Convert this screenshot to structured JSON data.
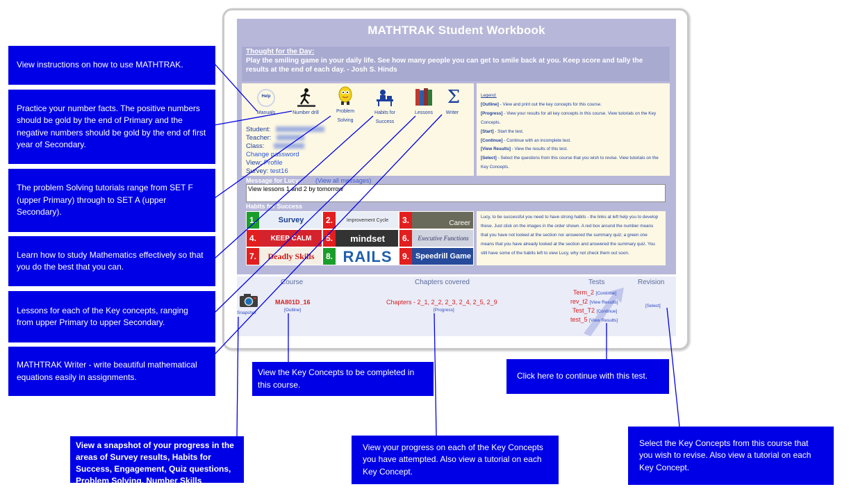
{
  "app": {
    "title": "MATHTRAK Student Workbook",
    "thought_label": "Thought for the Day:",
    "thought_text": "Play the smiling game in your daily life. See how many people you can get to smile back at you. Keep score and tally the results at the end of each day. - Josh S. Hinds"
  },
  "tools": [
    {
      "label": "Manuals",
      "icon": "help-icon",
      "icon_text": "Help"
    },
    {
      "label": "Number drill",
      "icon": "runner-icon"
    },
    {
      "label": "Problem",
      "label2": "Solving",
      "icon": "mascot-icon"
    },
    {
      "label": "Habits for",
      "label2": "Success",
      "icon": "student-desk-icon"
    },
    {
      "label": "Lessons",
      "icon": "books-icon"
    },
    {
      "label": "Writer",
      "icon": "sigma-icon",
      "icon_text": "Σ"
    }
  ],
  "student": {
    "student_label": "Student:",
    "teacher_label": "Teacher:",
    "class_label": "Class:",
    "change_password": "Change password",
    "view_label": "View:",
    "view_value": "Profile",
    "survey_label": "Survey:",
    "survey_value": "test16"
  },
  "legend": {
    "title": "Legend:",
    "items": [
      {
        "key": "[Outline]",
        "text": " - View and print out the key concepts for this course."
      },
      {
        "key": "[Progress]",
        "text": " - View your results for all key concepts in this course. View tutorials on the Key Concepts."
      },
      {
        "key": "[Start]",
        "text": " - Start the test."
      },
      {
        "key": "[Continue]",
        "text": " - Continue with an incomplete test."
      },
      {
        "key": "[View Results]",
        "text": " - View the results of this test."
      },
      {
        "key": "[Select]",
        "text": " - Select the questions from this course that you wish to revise. View tutorials on the Key Concepts."
      }
    ]
  },
  "messages": {
    "label": "Message for Lucy:",
    "view_all": "(View all messages)",
    "text": "View lessons 1 and 2 by tomorrow"
  },
  "habits": {
    "label": "Habits for Success",
    "items": [
      {
        "num": "1.",
        "text": "Survey",
        "color": "#1a9e2a",
        "bg": "#e8eef7",
        "fg": "#1a3d8f"
      },
      {
        "num": "2.",
        "text": "Improvement Cycle",
        "color": "#e21e1e",
        "bg": "#e9eef6",
        "fg": "#333333"
      },
      {
        "num": "3.",
        "text": "Career",
        "color": "#e21e1e",
        "bg": "#6a6a5a",
        "fg": "#ffffff"
      },
      {
        "num": "4.",
        "text": "KEEP CALM",
        "color": "#e21e1e",
        "bg": "#d5232e",
        "fg": "#ffffff"
      },
      {
        "num": "5.",
        "text": "mindset",
        "color": "#e21e1e",
        "bg": "#333333",
        "fg": "#ffffff"
      },
      {
        "num": "6.",
        "text": "Executive Functions",
        "color": "#e21e1e",
        "bg": "#cfd4df",
        "fg": "#333366"
      },
      {
        "num": "7.",
        "text": "Deadly Skills",
        "color": "#e21e1e",
        "bg": "#f4efe4",
        "fg": "#cc1a1a"
      },
      {
        "num": "8.",
        "text": "RAILS",
        "color": "#1a9e2a",
        "bg": "#ffffff",
        "fg": "#1f5fae"
      },
      {
        "num": "9.",
        "text": "Speedrill Game",
        "color": "#e21e1e",
        "bg": "#274a9a",
        "fg": "#ffffff"
      }
    ],
    "description": "Lucy, to be successful you need to have strong habits - the links at left help you to develop these. Just click on the images in the order shown. A red box around the number means that you have not looked at the section nor answered the summary quiz; a green one means that you have already looked at the section and answered the summary quiz. You still have some of the habits left to view Lucy, why not check them out soon."
  },
  "course_table": {
    "headers": {
      "course": "Course",
      "chapters": "Chapters covered",
      "tests": "Tests",
      "revision": "Revision"
    },
    "snapshot_label": "Snapshot",
    "course_code": "MA801D_16",
    "outline": "[Outline]",
    "chapters_text": "Chapters - 2_1, 2_2, 2_3, 2_4, 2_5, 2_9",
    "progress": "[Progress]",
    "tests": [
      {
        "name": "Term_2",
        "action": "[Continue]"
      },
      {
        "name": "rev_t2",
        "action": "[View Results]"
      },
      {
        "name": "Test_T2",
        "action": "[Continue]"
      },
      {
        "name": "test_5",
        "action": "[View Results]"
      }
    ],
    "revision_select": "[Select]"
  },
  "callouts": {
    "manuals": "View instructions on how to use MATHTRAK.",
    "number_drill": "Practice your number facts. The positive numbers should be gold by the end of Primary and the negative numbers should be gold by the end of first year of Secondary.",
    "problem_solving": "The problem Solving tutorials range from SET F (upper Primary) through to SET A (upper Secondary).",
    "habits": "Learn how to study Mathematics effectively so that you do the best that you can.",
    "lessons": "Lessons for each of the Key concepts, ranging from upper Primary to upper Secondary.",
    "writer": "MATHTRAK Writer - write beautiful mathematical equations easily in assignments.",
    "snapshot": "View a snapshot of your progress in the areas of Survey results, Habits for Success, Engagement, Quiz questions, Problem Solving, Number Skills",
    "outline": "View the Key Concepts to be completed in this course.",
    "progress": "View your progress on each of the Key Concepts you have attempted. Also view a tutorial on each Key Concept.",
    "continue": "Click here to continue with this test.",
    "select": "Select the Key Concepts from this course that you wish to revise. Also view a tutorial on each Key Concept."
  },
  "colors": {
    "callout_bg": "#0000e6",
    "panel_bg": "#b7b8d9",
    "cream": "#fdf8e3",
    "link_blue": "#1b3ea0",
    "red_text": "#d42020"
  }
}
